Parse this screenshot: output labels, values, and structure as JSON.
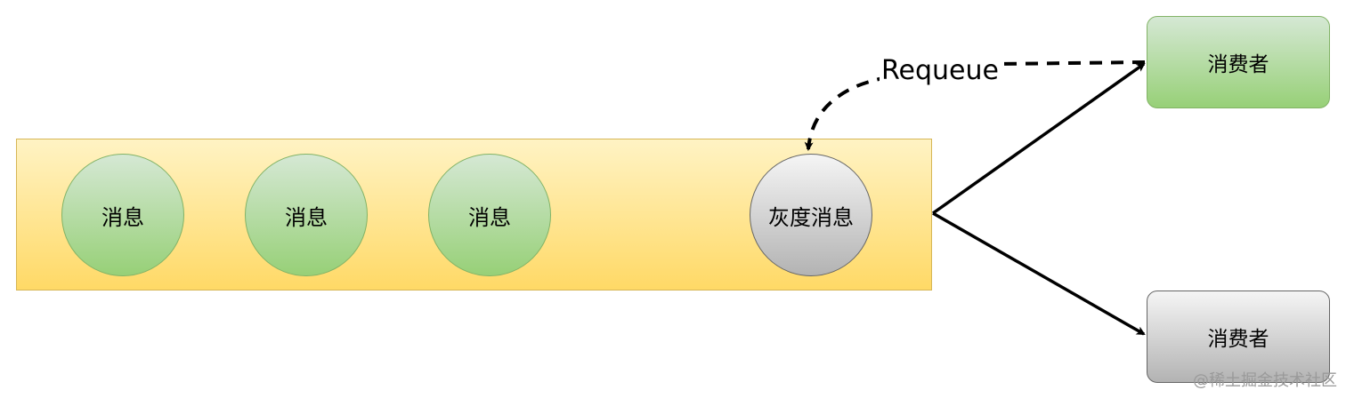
{
  "queue": {
    "messages": [
      "消息",
      "消息",
      "消息"
    ],
    "gray_message": "灰度消息"
  },
  "consumers": {
    "top": "消费者",
    "bottom": "消费者"
  },
  "requeue_label": "Requeue",
  "watermark": "@稀土掘金技术社区"
}
